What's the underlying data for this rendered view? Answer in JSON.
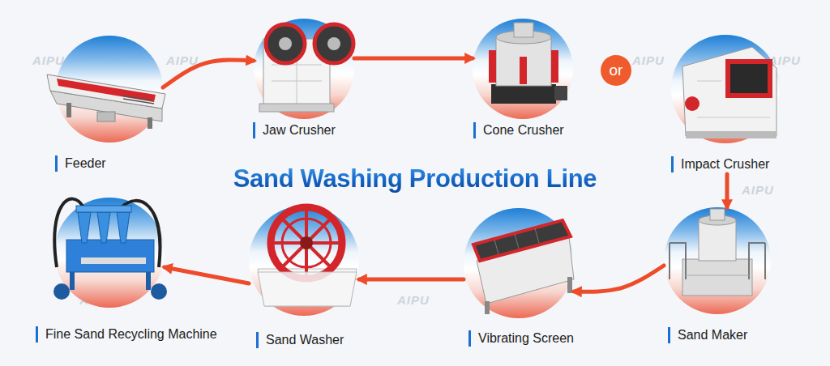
{
  "diagram": {
    "title": "Sand Washing Production Line",
    "nodes": [
      {
        "text": [
          "Feeder"
        ]
      },
      {
        "text": [
          "Jaw Crusher"
        ]
      },
      {
        "text": [
          "Cone Crusher"
        ]
      },
      {
        "text": [
          "or"
        ]
      },
      {
        "text": [
          "Impact Crusher"
        ]
      },
      {
        "text": [
          "Sand Maker"
        ]
      },
      {
        "text": [
          "Vibrating Screen"
        ]
      },
      {
        "text": [
          "Sand Washer"
        ]
      },
      {
        "text": [
          "Fine Sand Recycling Machine"
        ]
      }
    ],
    "edges": [
      {
        "from": 0,
        "to": 1,
        "arrow": "to"
      },
      {
        "from": 1,
        "to": 2,
        "arrow": "to"
      },
      {
        "from": 4,
        "to": 5,
        "arrow": "to"
      },
      {
        "from": 5,
        "to": 6,
        "arrow": "to"
      },
      {
        "from": 6,
        "to": 7,
        "arrow": "to"
      },
      {
        "from": 7,
        "to": 8,
        "arrow": "to"
      }
    ],
    "labels": [
      "AIPU",
      "AIPU",
      "AIPU",
      "AIPU",
      "AIPU",
      "AIPU",
      "AIPU",
      "AIPU"
    ]
  }
}
